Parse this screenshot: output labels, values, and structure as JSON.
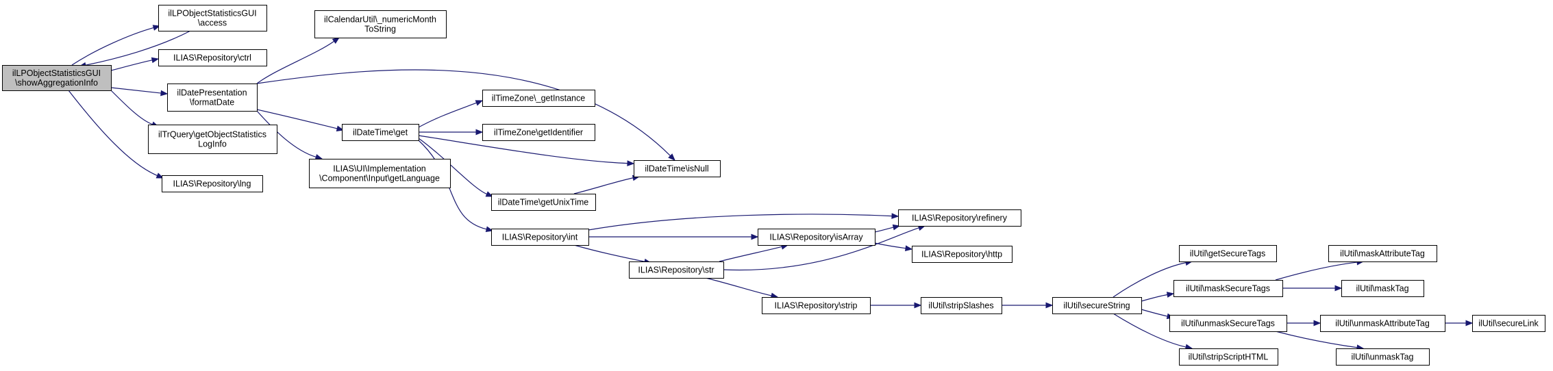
{
  "graph": {
    "nodes": [
      {
        "id": "root",
        "lines": [
          "ilLPObjectStatisticsGUI",
          "\\showAggregationInfo"
        ],
        "root": true
      },
      {
        "id": "access",
        "lines": [
          "ilLPObjectStatisticsGUI",
          "\\access"
        ]
      },
      {
        "id": "ctrl",
        "lines": [
          "ILIAS\\Repository\\ctrl"
        ]
      },
      {
        "id": "formatDate",
        "lines": [
          "ilDatePresentation",
          "\\formatDate"
        ]
      },
      {
        "id": "getObjectStatisticsLogInfo",
        "lines": [
          "ilTrQuery\\getObjectStatistics",
          "LogInfo"
        ]
      },
      {
        "id": "lng",
        "lines": [
          "ILIAS\\Repository\\lng"
        ]
      },
      {
        "id": "numericMonthToString",
        "lines": [
          "ilCalendarUtil\\_numericMonth",
          "ToString"
        ]
      },
      {
        "id": "dtGet",
        "lines": [
          "ilDateTime\\get"
        ]
      },
      {
        "id": "getLanguage",
        "lines": [
          "ILIAS\\UI\\Implementation",
          "\\Component\\Input\\getLanguage"
        ]
      },
      {
        "id": "tzGetInstance",
        "lines": [
          "ilTimeZone\\_getInstance"
        ]
      },
      {
        "id": "tzGetIdentifier",
        "lines": [
          "ilTimeZone\\getIdentifier"
        ]
      },
      {
        "id": "isNull",
        "lines": [
          "ilDateTime\\isNull"
        ]
      },
      {
        "id": "getUnixTime",
        "lines": [
          "ilDateTime\\getUnixTime"
        ]
      },
      {
        "id": "int",
        "lines": [
          "ILIAS\\Repository\\int"
        ]
      },
      {
        "id": "refinery",
        "lines": [
          "ILIAS\\Repository\\refinery"
        ]
      },
      {
        "id": "isArray",
        "lines": [
          "ILIAS\\Repository\\isArray"
        ]
      },
      {
        "id": "http",
        "lines": [
          "ILIAS\\Repository\\http"
        ]
      },
      {
        "id": "str",
        "lines": [
          "ILIAS\\Repository\\str"
        ]
      },
      {
        "id": "strip",
        "lines": [
          "ILIAS\\Repository\\strip"
        ]
      },
      {
        "id": "stripSlashes",
        "lines": [
          "ilUtil\\stripSlashes"
        ]
      },
      {
        "id": "secureString",
        "lines": [
          "ilUtil\\secureString"
        ]
      },
      {
        "id": "getSecureTags",
        "lines": [
          "ilUtil\\getSecureTags"
        ]
      },
      {
        "id": "maskSecureTags",
        "lines": [
          "ilUtil\\maskSecureTags"
        ]
      },
      {
        "id": "maskAttributeTag",
        "lines": [
          "ilUtil\\maskAttributeTag"
        ]
      },
      {
        "id": "maskTag",
        "lines": [
          "ilUtil\\maskTag"
        ]
      },
      {
        "id": "unmaskSecureTags",
        "lines": [
          "ilUtil\\unmaskSecureTags"
        ]
      },
      {
        "id": "unmaskAttributeTag",
        "lines": [
          "ilUtil\\unmaskAttributeTag"
        ]
      },
      {
        "id": "secureLink",
        "lines": [
          "ilUtil\\secureLink"
        ]
      },
      {
        "id": "stripScriptHTML",
        "lines": [
          "ilUtil\\stripScriptHTML"
        ]
      },
      {
        "id": "unmaskTag",
        "lines": [
          "ilUtil\\unmaskTag"
        ]
      }
    ],
    "edges": [
      {
        "from": "root",
        "to": "access"
      },
      {
        "from": "access",
        "to": "root"
      },
      {
        "from": "root",
        "to": "ctrl"
      },
      {
        "from": "root",
        "to": "formatDate"
      },
      {
        "from": "root",
        "to": "getObjectStatisticsLogInfo"
      },
      {
        "from": "root",
        "to": "lng"
      },
      {
        "from": "formatDate",
        "to": "numericMonthToString"
      },
      {
        "from": "formatDate",
        "to": "isNull"
      },
      {
        "from": "formatDate",
        "to": "dtGet"
      },
      {
        "from": "formatDate",
        "to": "getLanguage"
      },
      {
        "from": "dtGet",
        "to": "tzGetInstance"
      },
      {
        "from": "dtGet",
        "to": "tzGetIdentifier"
      },
      {
        "from": "dtGet",
        "to": "isNull"
      },
      {
        "from": "dtGet",
        "to": "getUnixTime"
      },
      {
        "from": "dtGet",
        "to": "int"
      },
      {
        "from": "getUnixTime",
        "to": "isNull"
      },
      {
        "from": "int",
        "to": "refinery"
      },
      {
        "from": "int",
        "to": "isArray"
      },
      {
        "from": "int",
        "to": "str"
      },
      {
        "from": "isArray",
        "to": "refinery"
      },
      {
        "from": "isArray",
        "to": "http"
      },
      {
        "from": "str",
        "to": "isArray"
      },
      {
        "from": "str",
        "to": "refinery"
      },
      {
        "from": "str",
        "to": "strip"
      },
      {
        "from": "strip",
        "to": "stripSlashes"
      },
      {
        "from": "stripSlashes",
        "to": "secureString"
      },
      {
        "from": "secureString",
        "to": "getSecureTags"
      },
      {
        "from": "secureString",
        "to": "maskSecureTags"
      },
      {
        "from": "secureString",
        "to": "unmaskSecureTags"
      },
      {
        "from": "secureString",
        "to": "stripScriptHTML"
      },
      {
        "from": "maskSecureTags",
        "to": "maskAttributeTag"
      },
      {
        "from": "maskSecureTags",
        "to": "maskTag"
      },
      {
        "from": "unmaskSecureTags",
        "to": "unmaskAttributeTag"
      },
      {
        "from": "unmaskSecureTags",
        "to": "unmaskTag"
      },
      {
        "from": "unmaskAttributeTag",
        "to": "secureLink"
      }
    ]
  },
  "colors": {
    "edge": "#191970",
    "root_fill": "#bfbfbf",
    "node_fill": "#ffffff",
    "node_border": "#000000"
  }
}
